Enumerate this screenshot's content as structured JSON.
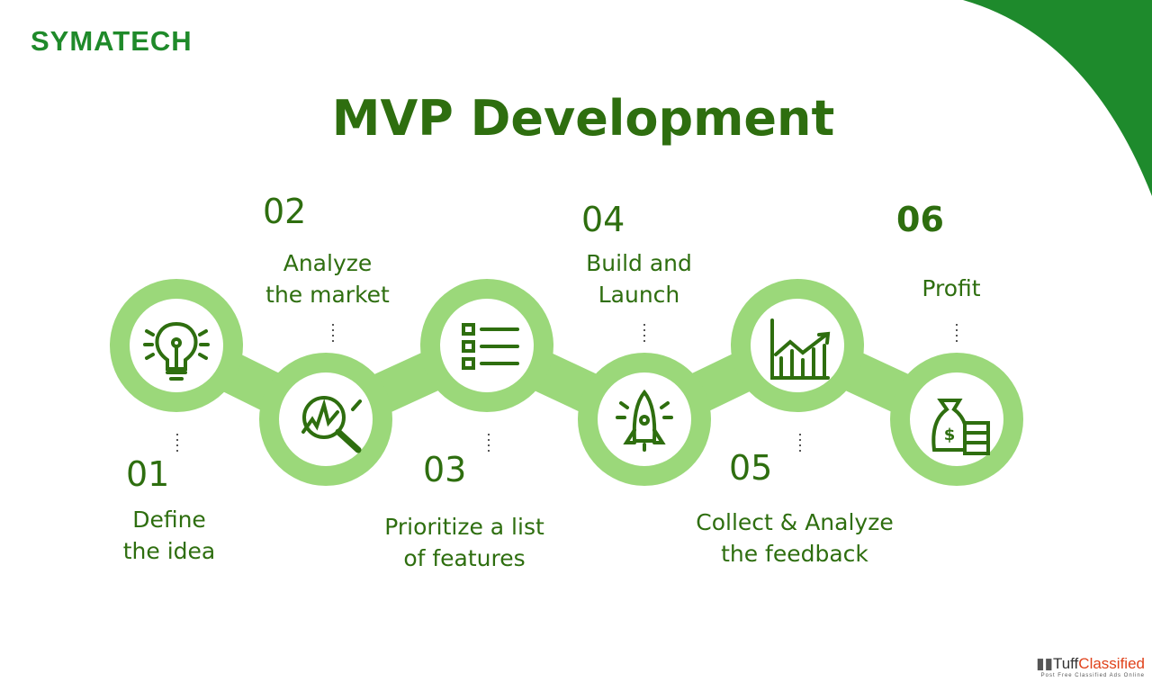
{
  "logo": "SYMATECH",
  "title": "MVP Development",
  "steps": [
    {
      "number": "01",
      "label_1": "Define",
      "label_2": "the idea",
      "icon": "lightbulb-icon"
    },
    {
      "number": "02",
      "label_1": "Analyze",
      "label_2": "the market",
      "icon": "market-analysis-icon"
    },
    {
      "number": "03",
      "label_1": "Prioritize a list",
      "label_2": "of features",
      "icon": "checklist-icon"
    },
    {
      "number": "04",
      "label_1": "Build and",
      "label_2": "Launch",
      "icon": "rocket-icon"
    },
    {
      "number": "05",
      "label_1": "Collect & Analyze",
      "label_2": "the feedback",
      "icon": "growth-chart-icon"
    },
    {
      "number": "06",
      "label_1": "Profit",
      "label_2": "",
      "icon": "money-bag-icon"
    }
  ],
  "watermark": {
    "brand_a": "Tuff",
    "brand_b": "Classified",
    "tagline": "Post Free Classified Ads Online"
  },
  "colors": {
    "dark_green": "#2e6e0f",
    "light_green": "#9bd87a",
    "corner_green": "#1e8a2c"
  }
}
